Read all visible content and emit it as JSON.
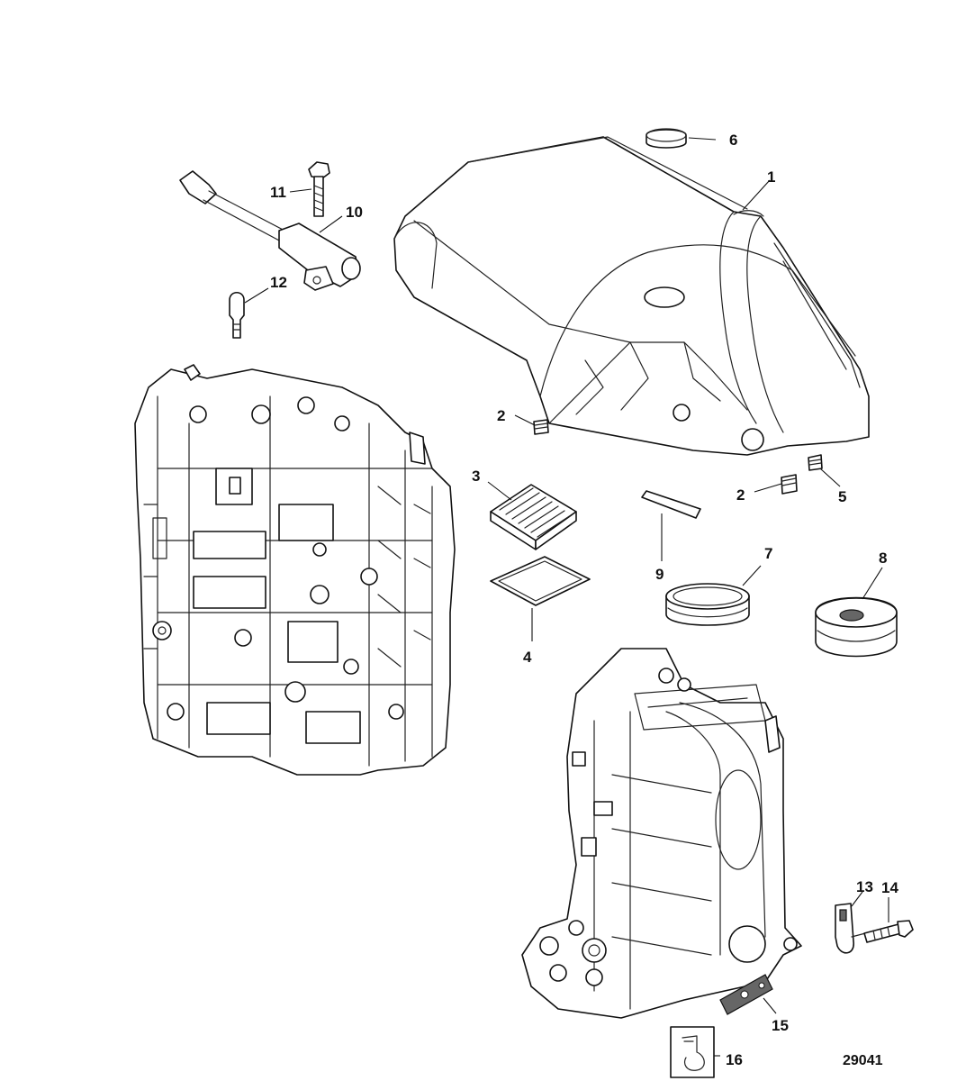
{
  "callouts": {
    "c1": "1",
    "c2a": "2",
    "c2b": "2",
    "c3": "3",
    "c4": "4",
    "c5": "5",
    "c6": "6",
    "c7": "7",
    "c8": "8",
    "c9": "9",
    "c10": "10",
    "c11": "11",
    "c12": "12",
    "c13": "13",
    "c14": "14",
    "c15": "15",
    "c16": "16"
  },
  "reference_number": "29041"
}
